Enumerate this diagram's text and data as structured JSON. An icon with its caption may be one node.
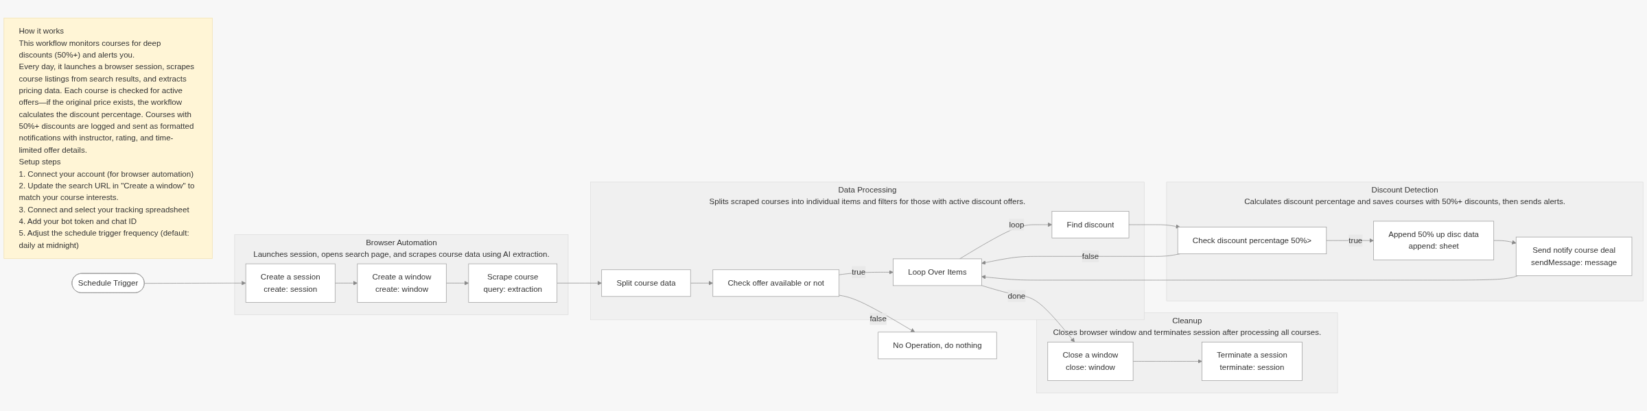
{
  "diagram": {
    "nodes": [
      {
        "text": [
          "How it works",
          "This workflow monitors courses for deep discounts (50%+) and alerts you.",
          "Every day, it launches a browser session, scrapes course listings from search results, and extracts pricing data. Each course is checked for active offers—if the original price exists, the workflow calculates the discount percentage. Courses with 50%+ discounts are logged and sent as formatted notifications with instructor, rating, and time-limited offer details.",
          "Setup steps",
          "1. Connect your account (for browser automation)",
          "2. Update the search URL in \"Create a window\" to match your course interests.",
          "3. Connect and select your tracking spreadsheet",
          "4. Add your bot token and chat ID",
          "5. Adjust the schedule trigger frequency (default: daily at midnight)"
        ]
      },
      {
        "text": [
          "Schedule Trigger"
        ]
      },
      {
        "text": [
          "Browser Automation",
          "Launches session, opens search page, and scrapes course data using AI extraction."
        ]
      },
      {
        "text": [
          "Create a session",
          "create: session"
        ],
        "in": 2
      },
      {
        "text": [
          "Create a window",
          "create: window"
        ],
        "in": 2
      },
      {
        "text": [
          "Scrape course",
          "query: extraction"
        ],
        "in": 2
      },
      {
        "text": [
          "Data Processing",
          "Splits scraped courses into individual items and filters for those with active discount offers."
        ]
      },
      {
        "text": [
          "Split course data"
        ],
        "in": 6
      },
      {
        "text": [
          "Check offer available or not"
        ],
        "in": 6
      },
      {
        "text": [
          "Loop Over Items"
        ],
        "in": 6
      },
      {
        "text": [
          "Find discount"
        ],
        "in": 6
      },
      {
        "text": [
          "No Operation, do nothing"
        ]
      },
      {
        "text": [
          "Cleanup",
          "Closes browser window and terminates session after processing all courses."
        ]
      },
      {
        "text": [
          "Close a window",
          "close: window"
        ],
        "in": 12
      },
      {
        "text": [
          "Terminate a session",
          "terminate: session"
        ],
        "in": 12
      },
      {
        "text": [
          "Discount Detection",
          "Calculates discount percentage and saves courses with 50%+ discounts, then sends alerts."
        ]
      },
      {
        "text": [
          "Check discount percentage 50%>"
        ],
        "in": 15
      },
      {
        "text": [
          "Append 50% up disc data",
          "append: sheet"
        ],
        "in": 15
      },
      {
        "text": [
          "Send notify course deal",
          "sendMessage: message"
        ],
        "in": 15
      }
    ],
    "edges": [
      {
        "from": 1,
        "to": 3,
        "arrow": "to"
      },
      {
        "from": 3,
        "to": 4,
        "arrow": "to"
      },
      {
        "from": 4,
        "to": 5,
        "arrow": "to"
      },
      {
        "from": 5,
        "to": 7,
        "arrow": "to"
      },
      {
        "from": 7,
        "to": 8,
        "arrow": "to"
      },
      {
        "from": 8,
        "to": 9,
        "arrow": "to",
        "label": "true"
      },
      {
        "from": 8,
        "to": 11,
        "arrow": "to",
        "label": "false"
      },
      {
        "from": 9,
        "to": 13,
        "arrow": "to",
        "label": "done"
      },
      {
        "from": 13,
        "to": 14,
        "arrow": "to"
      },
      {
        "from": 9,
        "to": 10,
        "arrow": "to",
        "label": "loop"
      },
      {
        "from": 10,
        "to": 16,
        "arrow": "to"
      },
      {
        "from": 16,
        "to": 17,
        "arrow": "to",
        "label": "true"
      },
      {
        "from": 16,
        "to": 9,
        "arrow": "to",
        "label": "false"
      },
      {
        "from": 17,
        "to": 18,
        "arrow": "to"
      },
      {
        "from": 18,
        "to": 9,
        "arrow": "to"
      }
    ]
  }
}
